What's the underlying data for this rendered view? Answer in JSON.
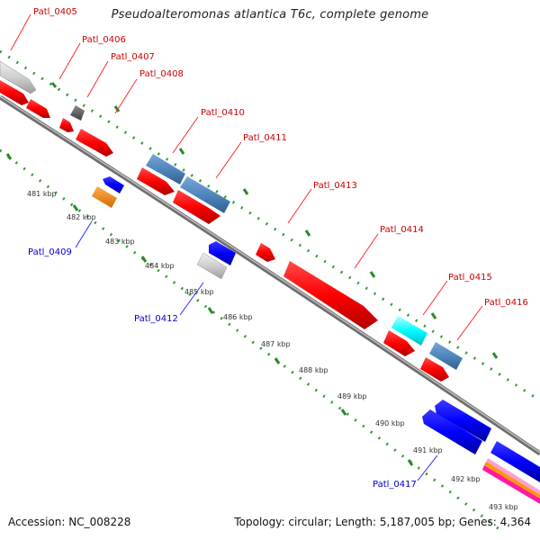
{
  "title": "Pseudoalteromonas atlantica T6c, complete genome",
  "footer": {
    "accession": "Accession: NC_008228",
    "topology": "Topology: circular; Length: 5,187,005 bp; Genes: 4,364"
  },
  "ticks": [
    "481 kbp",
    "482 kbp",
    "483 kbp",
    "484 kbp",
    "485 kbp",
    "486 kbp",
    "487 kbp",
    "488 kbp",
    "489 kbp",
    "490 kbp",
    "491 kbp",
    "492 kbp",
    "493 kbp"
  ],
  "labels": {
    "l0405": "Patl_0405",
    "l0406": "Patl_0406",
    "l0407": "Patl_0407",
    "l0408": "Patl_0408",
    "l0409": "Patl_0409",
    "l0410": "Patl_0410",
    "l0411": "Patl_0411",
    "l0412": "Patl_0412",
    "l0413": "Patl_0413",
    "l0414": "Patl_0414",
    "l0415": "Patl_0415",
    "l0416": "Patl_0416",
    "l0417": "Patl_0417"
  },
  "colors": {
    "forward_cds": "#ff0000",
    "reverse_cds": "#0000ff",
    "steel": "#4f86bd",
    "light_gray": "#cfcfcf",
    "dark_gray": "#606060",
    "orange": "#ff8c00",
    "cyan": "#00ffff",
    "backbone": "#808080",
    "dotted": "#339933",
    "label_forward": "#cc0000",
    "label_reverse": "#0000cc"
  }
}
